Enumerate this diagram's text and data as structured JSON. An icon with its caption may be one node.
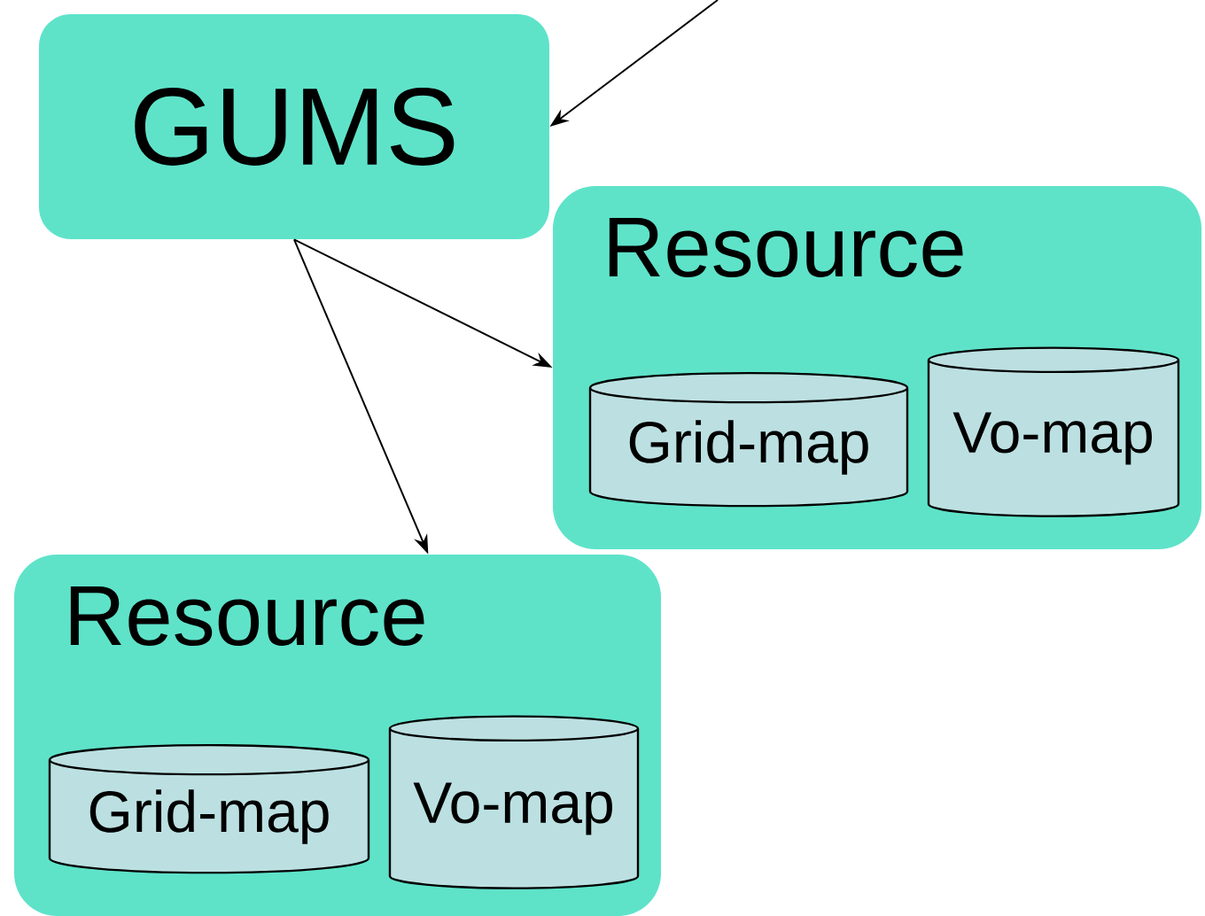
{
  "diagram": {
    "nodes": [
      {
        "text": [
          "GUMS"
        ]
      },
      {
        "text": [
          "Resource"
        ]
      },
      {
        "text": [
          "Grid-map"
        ],
        "in": 1
      },
      {
        "text": [
          "Vo-map"
        ],
        "in": 1
      },
      {
        "text": [
          "Resource"
        ]
      },
      {
        "text": [
          "Grid-map"
        ],
        "in": 4
      },
      {
        "text": [
          "Vo-map"
        ],
        "in": 4
      }
    ],
    "edges": [
      {
        "from": null,
        "to": 0,
        "arrow": "to"
      },
      {
        "from": 0,
        "to": 1,
        "arrow": "to"
      },
      {
        "from": 0,
        "to": 4,
        "arrow": "to"
      }
    ]
  }
}
